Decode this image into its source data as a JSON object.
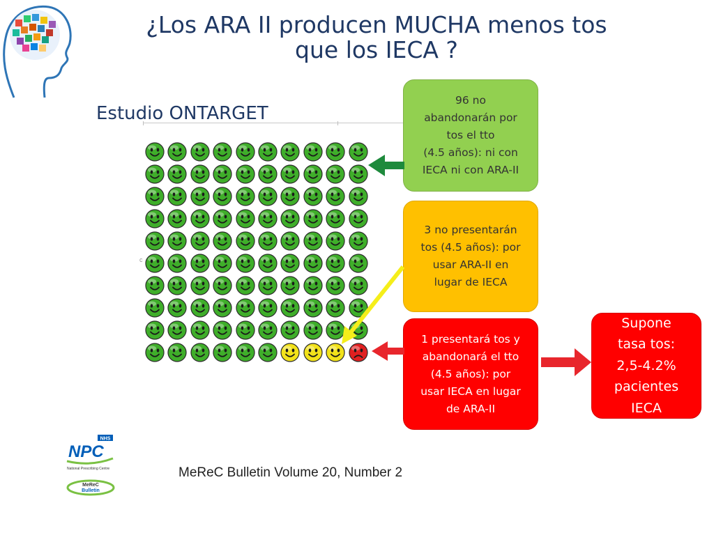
{
  "slide": {
    "title": "¿Los ARA II producen MUCHA menos tos\nque los IECA ?",
    "subtitle": "Estudio ONTARGET",
    "side_tick": "c"
  },
  "grid": {
    "rows": 10,
    "cols": 10,
    "faces": {
      "green_happy": 96,
      "yellow_happy": 3,
      "red_sad": 1
    },
    "colors": {
      "green": "#3fae2a",
      "yellow": "#f2e21a",
      "red": "#e02020"
    }
  },
  "boxes": {
    "green": {
      "text": "96 no\nabandonarán por\ntos el tto\n(4.5 años): ni con\nIECA ni con ARA-II",
      "color": "#92d050"
    },
    "yellow": {
      "text": "3  no presentarán\ntos (4.5 años): por\nusar ARA-II en\nlugar de IECA",
      "color": "#ffc000"
    },
    "red_result": {
      "text": "1 presentará tos y\nabandonará el tto\n(4.5 años): por\nusar IECA en lugar\nde ARA-II",
      "color": "#ff0000"
    },
    "red_conclusion": {
      "text": "Supone\ntasa tos:\n2,5-4.2%\npacientes\nIECA",
      "color": "#ff0000"
    }
  },
  "arrows": {
    "green_color": "#1e8a3c",
    "yellow_color": "#f5ee1a",
    "red_color": "#e8262c"
  },
  "footer": {
    "logo_badge": "NHS",
    "logo_name": "NPC",
    "logo_caption": "National Prescribing Centre",
    "bulletin_logo_line1": "MeReC",
    "bulletin_logo_line2": "Bulletin",
    "citation": "MeReC Bulletin Volume 20, Number 2"
  }
}
